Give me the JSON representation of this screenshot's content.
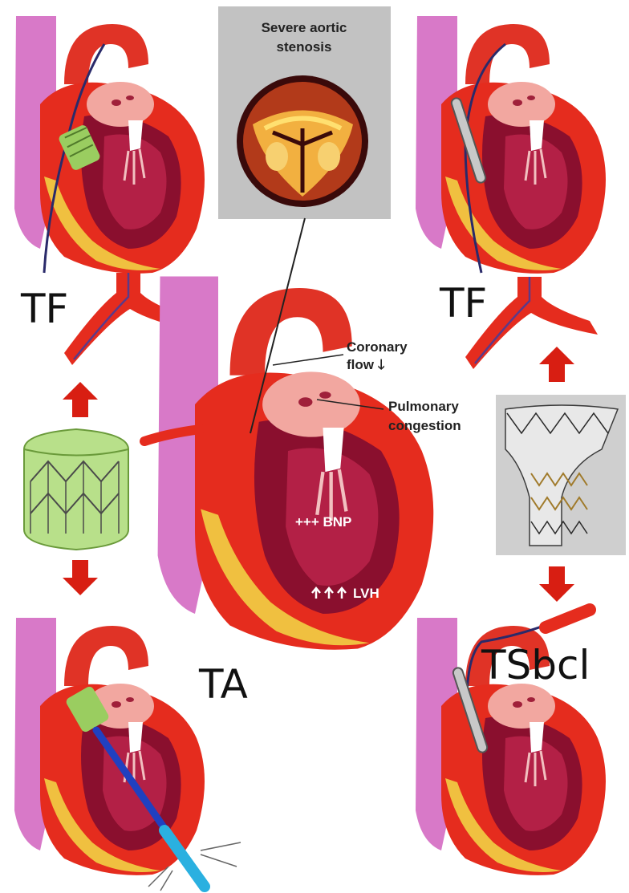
{
  "labels": {
    "tf_left": "TF",
    "tf_right": "TF",
    "ta": "TA",
    "tsbcl": "TSbcl"
  },
  "inset": {
    "title_line1": "Severe aortic",
    "title_line2": "stenosis"
  },
  "annotations": {
    "coronary_line1": "Coronary",
    "coronary_line2": "flow",
    "coronary_arrow": "🡓",
    "pulmonary_line1": "Pulmonary",
    "pulmonary_line2": "congestion",
    "bnp": "+++ BNP",
    "lvh": "LVH"
  },
  "colors": {
    "arrow": "#d81e12",
    "myocardium": "#e52c1e",
    "pericardium": "#d879c8",
    "ventricle": "#8a0f2e",
    "inset_bg": "#c2c2c2"
  }
}
